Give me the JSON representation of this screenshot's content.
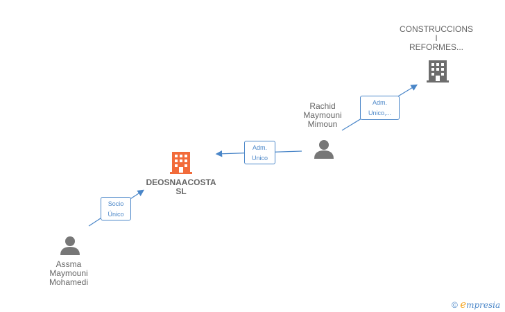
{
  "nodes": {
    "deosnaacosta": {
      "line1": "DEOSNAACOSTA",
      "line2": "SL",
      "color": "#f26b3a"
    },
    "construccions": {
      "line1": "CONSTRUCCIONS",
      "line2": "I",
      "line3": "REFORMES...",
      "color": "#666666"
    },
    "rachid": {
      "line1": "Rachid",
      "line2": "Maymouni",
      "line3": "Mimoun"
    },
    "assma": {
      "line1": "Assma",
      "line2": "Maymouni",
      "line3": "Mohamedi"
    }
  },
  "edges": {
    "rachid_to_construccions": {
      "line1": "Adm.",
      "line2": "Unico,..."
    },
    "rachid_to_deosnaacosta": {
      "line1": "Adm.",
      "line2": "Unico"
    },
    "assma_to_deosnaacosta": {
      "line1": "Socio",
      "line2": "Único"
    }
  },
  "colors": {
    "edge": "#4a86c8",
    "person": "#777777",
    "main_company": "#f26b3a",
    "other_company": "#6d6d6d"
  },
  "watermark": {
    "copyright": "©",
    "brand_first": "e",
    "brand_rest": "mpresia"
  }
}
